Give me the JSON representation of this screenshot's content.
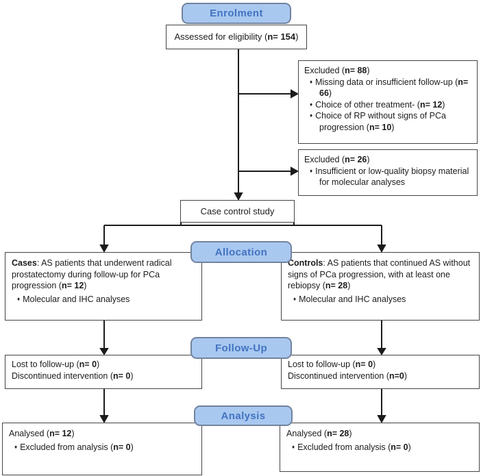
{
  "palette": {
    "badge_fill": "#A9C8F0",
    "badge_border": "#72839E",
    "badge_text": "#4273C0",
    "box_border": "#444444",
    "text": "#1B1B1B",
    "line": "#1B1B1B"
  },
  "bullet_glyph": "♦",
  "stage_labels": {
    "enrolment": "Enrolment",
    "allocation": "Allocation",
    "followup": "Follow-Up",
    "analysis": "Analysis"
  },
  "assessed": {
    "pre": "Assessed for eligibility (",
    "n": "n= 154",
    "post": ")"
  },
  "excluded1": {
    "title_pre": "Excluded (",
    "title_n": "n= 88",
    "title_post": ")",
    "bullet1_pre": "Missing data or insufficient follow-up (",
    "bullet1_n": "n= 66",
    "bullet1_post": ")",
    "bullet2_pre": "Choice of other treatment- (",
    "bullet2_n": "n= 12",
    "bullet2_post": ")",
    "bullet3_pre": "Choice of RP without signs of PCa progression (",
    "bullet3_n": "n= 10",
    "bullet3_post": ")"
  },
  "excluded2": {
    "title_pre": "Excluded (",
    "title_n": "n= 26",
    "title_post": ")",
    "bullet1": "Insufficient or low-quality biopsy material for molecular analyses"
  },
  "case_control": {
    "label": "Case control study"
  },
  "cases": {
    "lead": "Cases",
    "body": ": AS patients that underwent radical prostatectomy during follow-up for PCa progression (",
    "n": "n= 12",
    "post": ")",
    "bullet1": "Molecular and IHC analyses"
  },
  "controls": {
    "lead": "Controls",
    "body": ": AS patients that continued AS without signs of PCa progression, with at least one rebiopsy (",
    "n": "n= 28",
    "post": ")",
    "bullet1": "Molecular and IHC analyses"
  },
  "followup_left": {
    "line1_pre": "Lost to follow-up (",
    "line1_n": "n= 0",
    "line1_post": ")",
    "line2_pre": "Discontinued intervention (",
    "line2_n": "n= 0",
    "line2_post": ")"
  },
  "followup_right": {
    "line1_pre": "Lost to follow-up (",
    "line1_n": "n= 0",
    "line1_post": ")",
    "line2_pre": "Discontinued intervention (",
    "line2_n": "n=0",
    "line2_post": ")"
  },
  "analysis_left": {
    "line1_pre": "Analysed (",
    "line1_n": "n= 12",
    "line1_post": ")",
    "bullet1_pre": "Excluded from analysis (",
    "bullet1_n": "n= 0",
    "bullet1_post": ")"
  },
  "analysis_right": {
    "line1_pre": "Analysed (",
    "line1_n": "n= 28",
    "line1_post": ")",
    "bullet1_pre": "Excluded from analysis (",
    "bullet1_n": "n= 0",
    "bullet1_post": ")"
  }
}
